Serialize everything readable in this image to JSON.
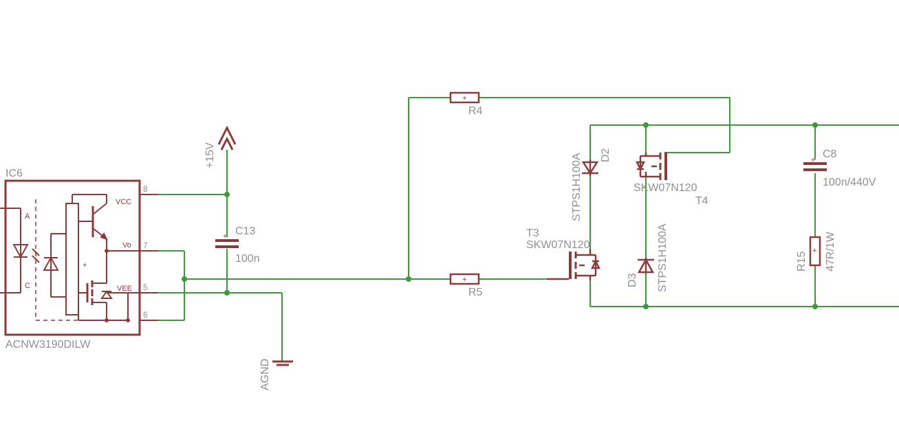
{
  "colors": {
    "wire": "#3c9a3c",
    "part": "#8b3a3a",
    "label": "#909090",
    "background": "#ffffff"
  },
  "ic6": {
    "name": "IC6",
    "value": "ACNW3190DILW",
    "pin_labels": {
      "a": "A",
      "c": "C",
      "vcc": "VCC",
      "vo": "Vo",
      "vee": "VEE",
      "plus": "+"
    },
    "pin_numbers": {
      "p8": "8",
      "p7": "7",
      "p5": "5",
      "p6": "6"
    }
  },
  "supply": {
    "name": "+15V",
    "icon": "supply-arrow-icon"
  },
  "ground": {
    "name": "AGND",
    "icon": "ground-icon"
  },
  "c13": {
    "name": "C13",
    "value": "100n",
    "polarity": "+"
  },
  "r4": {
    "name": "R4",
    "polarity": "+"
  },
  "r5": {
    "name": "R5",
    "polarity": "+"
  },
  "d2": {
    "name": "D2",
    "value": "STPS1H100A"
  },
  "d3": {
    "name": "D3",
    "value": "STPS1H100A"
  },
  "t3": {
    "name": "T3",
    "value": "SKW07N120"
  },
  "t4": {
    "name": "T4",
    "value": "SKW07N120"
  },
  "c8": {
    "name": "C8",
    "value": "100n/440V",
    "polarity": "+"
  },
  "r15": {
    "name": "R15",
    "value": "47R/1W",
    "polarity": "+"
  }
}
